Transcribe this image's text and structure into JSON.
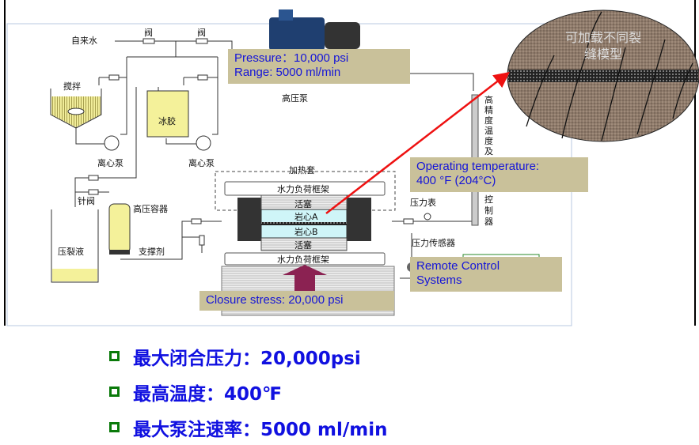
{
  "diagram": {
    "labels": {
      "tap_water": "自来水",
      "valve1": "阀",
      "valve2": "阀",
      "stir": "搅拌",
      "gel": "冰胶",
      "pump1": "离心泵",
      "pump2": "离心泵",
      "hp_pump": "高压泵",
      "heat_jacket": "加热套",
      "frame_top": "水力负荷框架",
      "piston_top": "活塞",
      "core_a": "岩心A",
      "core_b": "岩心B",
      "piston_bottom": "活塞",
      "frame_bottom": "水力负荷框架",
      "needle_valve": "针阀",
      "hp_vessel": "高压容器",
      "frac_fluid": "压裂液",
      "proppant": "支撑剂",
      "pressure_gauge": "压力表",
      "pressure_sensor": "压力传感器",
      "temp_controller": [
        "高",
        "精",
        "度",
        "温",
        "度",
        "及",
        "控",
        "制",
        "器"
      ],
      "fracture_model_line1": "可加载不同裂",
      "fracture_model_line2": "缝模型"
    },
    "callouts": {
      "pressure_line1": "Pressure：10,000  psi",
      "pressure_line2": "Range: 5000 ml/min",
      "temp_line1": "Operating temperature:",
      "temp_line2": "400 °F (204°C)",
      "remote_line1": "Remote Control",
      "remote_line2": "Systems",
      "closure": "Closure stress: 20,000 psi"
    }
  },
  "bullets": [
    "最大闭合压力：20,000psi",
    "最高温度：400℉",
    "最大泵注速率：5000 ml/min"
  ],
  "colors": {
    "callout_bg": "#c9c19a",
    "callout_text": "#1515d8",
    "bullet_text": "#1010e0",
    "bullet_marker": "#0a7a0a",
    "arrow": "#ee1111"
  }
}
